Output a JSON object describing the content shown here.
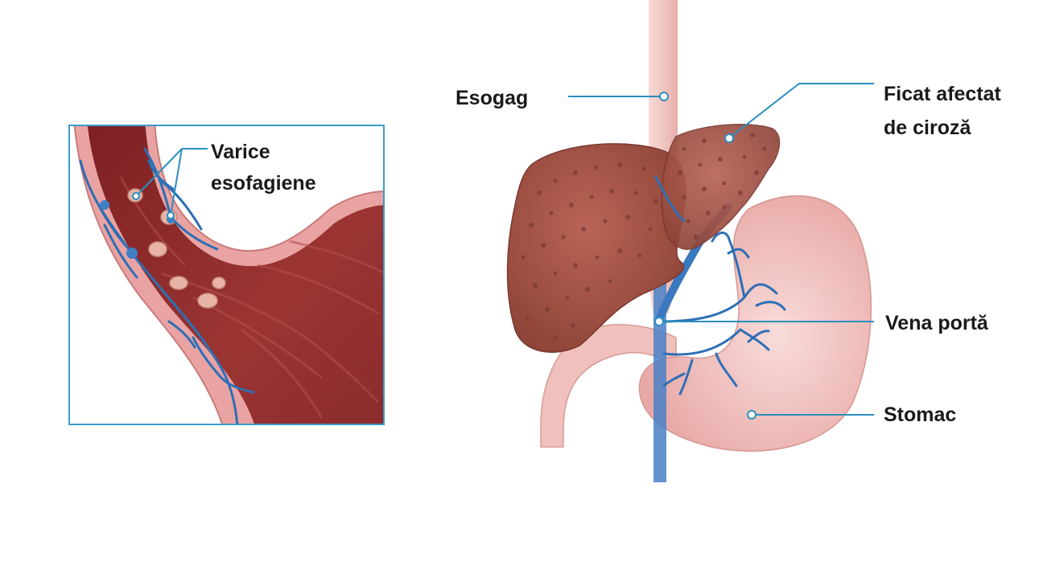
{
  "inset": {
    "label_line1": "Varice",
    "label_line2": "esofagiene"
  },
  "labels": {
    "esophagus": "Esogag",
    "liver_line1": "Ficat afectat",
    "liver_line2": "de ciroză",
    "portal_vein": "Vena portă",
    "stomach": "Stomac"
  },
  "colors": {
    "frame": "#3a9cc8",
    "leader": "#2a8fbf",
    "vein": "#2d6fb5",
    "liver": "#a8574a",
    "liver_spots": "#7a3a32",
    "stomach": "#f2c3c0",
    "esophagus": "#f3cfcc",
    "lumen": "#8e2a2a",
    "wall": "#e9a3a3"
  }
}
